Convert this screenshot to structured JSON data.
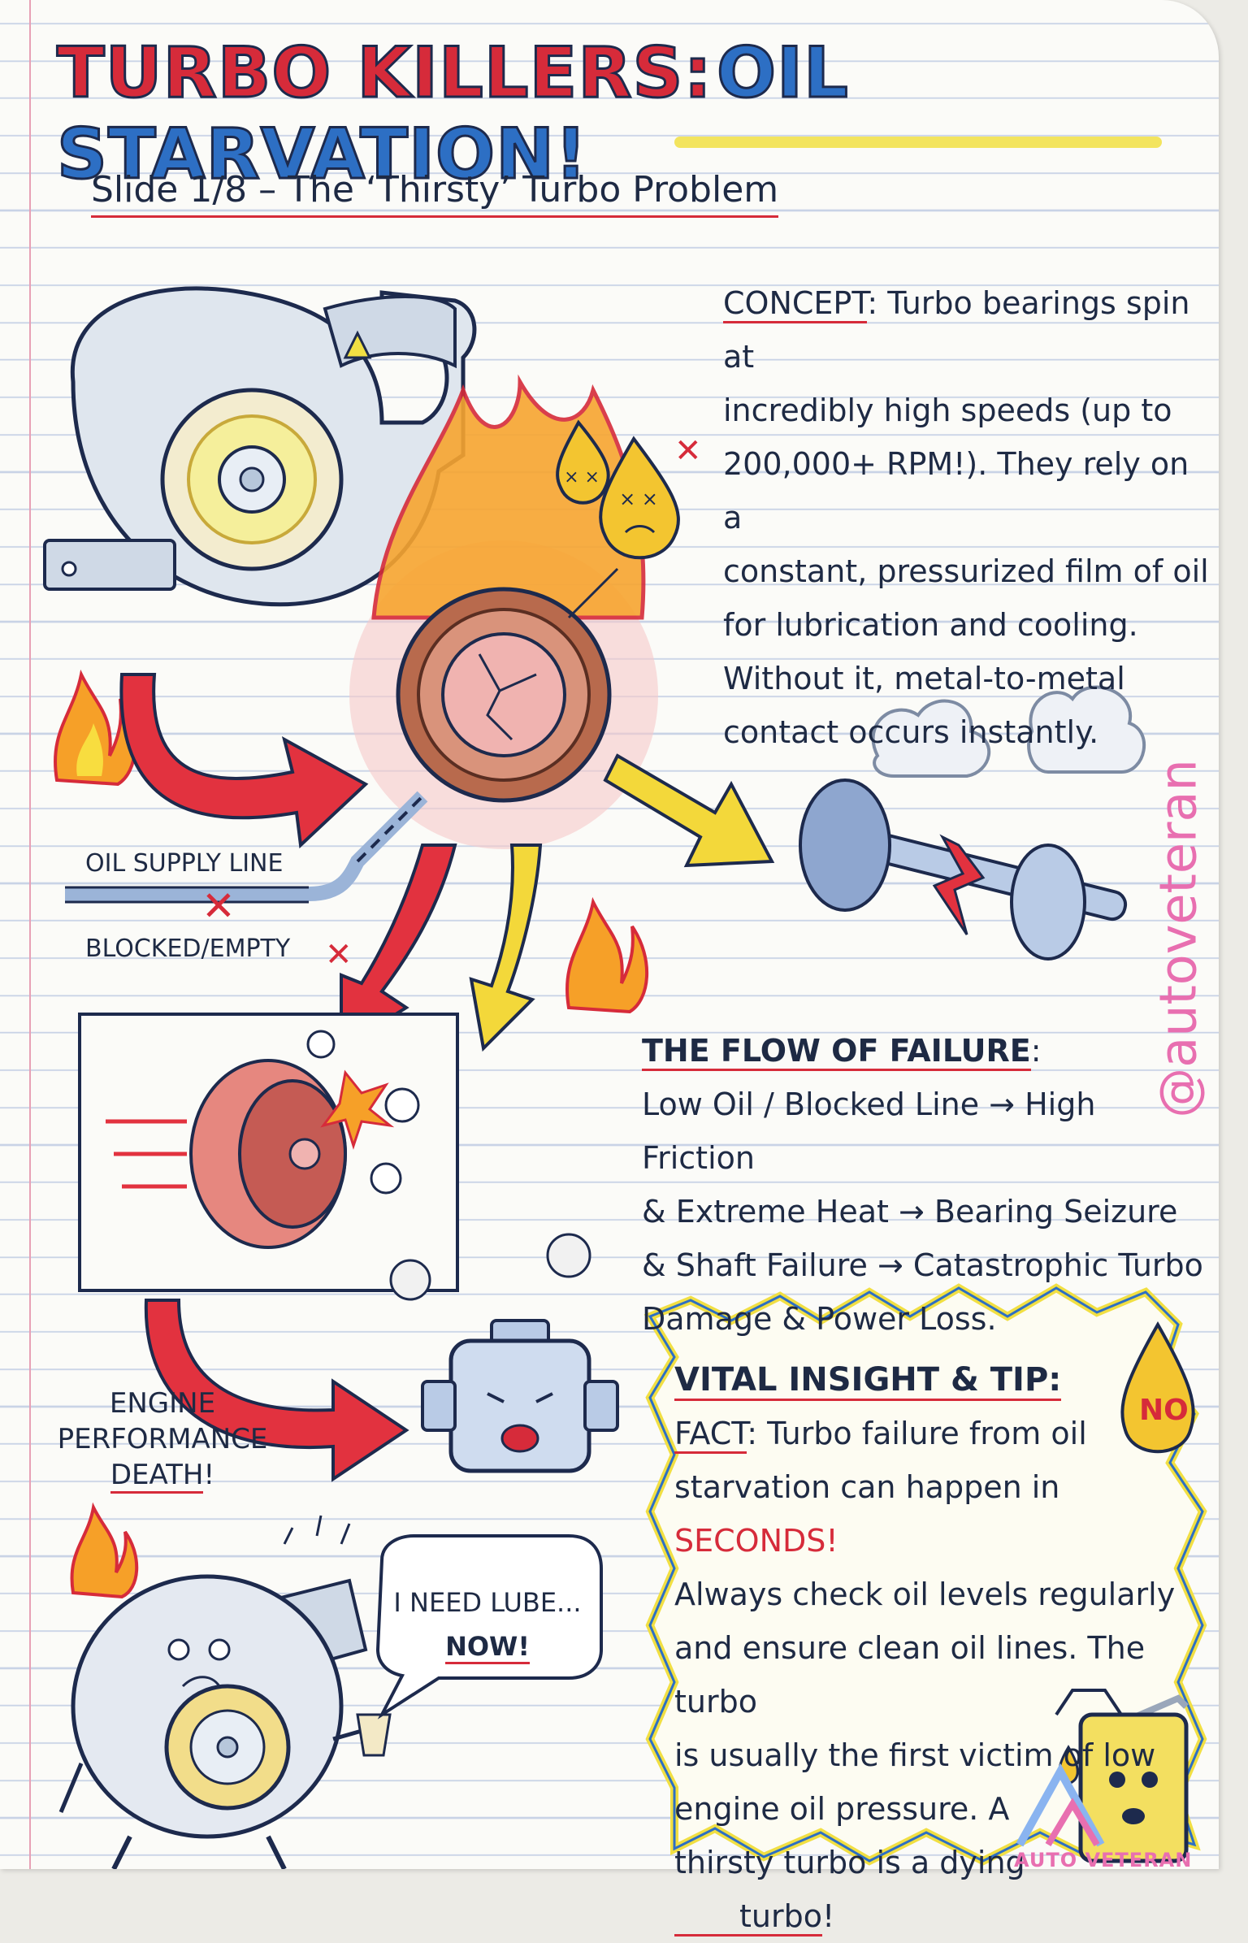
{
  "title": {
    "part1": "TURBO KILLERS:",
    "part2": "OIL STARVATION!"
  },
  "subtitle": "Slide 1/8 – The ‘Thirsty’ Turbo Problem",
  "concept": {
    "label": "CONCEPT",
    "lines": [
      ": Turbo bearings spin at",
      "incredibly high speeds (up to",
      "200,000+ RPM!). They rely on a",
      "constant, pressurized film of oil",
      "for lubrication and cooling.",
      "Without it, metal-to-metal",
      "contact occurs instantly."
    ]
  },
  "oil_line": {
    "label1": "OIL SUPPLY LINE",
    "label2": "BLOCKED/EMPTY"
  },
  "flow": {
    "heading": "THE FLOW OF FAILURE",
    "heading_suffix": ":",
    "lines": [
      "Low Oil / Blocked Line → High Friction",
      "& Extreme Heat → Bearing Seizure",
      "& Shaft Failure → Catastrophic Turbo",
      "Damage & Power Loss."
    ]
  },
  "engine": {
    "line1": "ENGINE",
    "line2": "PERFORMANCE",
    "death": "DEATH",
    "bang": "!"
  },
  "insight": {
    "heading": "VITAL INSIGHT & TIP:",
    "fact_label": "FACT",
    "line1": ": Turbo failure from oil",
    "line2_a": "starvation can happen in ",
    "line2_red": "SECONDS!",
    "lines": [
      "Always check oil levels regularly",
      "and ensure clean oil lines. The turbo",
      "is usually the first victim of low",
      "engine oil pressure. A",
      "thirsty turbo is a dying"
    ],
    "last_word": "turbo",
    "last_bang": "!"
  },
  "bubble": {
    "line1": "I NEED LUBE...",
    "now": "NOW!"
  },
  "no_badge": "NO",
  "watermark": "@autoveteran",
  "logo": "AUTO VETERAN",
  "colors": {
    "red": "#d62b3a",
    "blue": "#2d6fc4",
    "yellow": "#f1df43",
    "ink": "#1e2a44",
    "pink": "#e86fb0"
  }
}
